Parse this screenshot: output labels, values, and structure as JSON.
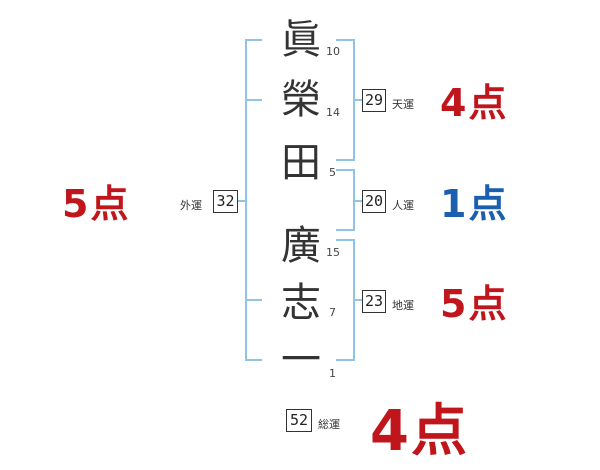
{
  "name_chars": [
    {
      "char": "眞",
      "strokes": "10"
    },
    {
      "char": "榮",
      "strokes": "14"
    },
    {
      "char": "田",
      "strokes": "5"
    },
    {
      "char": "廣",
      "strokes": "15"
    },
    {
      "char": "志",
      "strokes": "7"
    },
    {
      "char": "一",
      "strokes": "1"
    }
  ],
  "fortunes": {
    "tenkaku": {
      "label": "天運",
      "value": "29",
      "score": "4点",
      "color": "#c0151b"
    },
    "jinkaku": {
      "label": "人運",
      "value": "20",
      "score": "1点",
      "color": "#1b5fae"
    },
    "chikaku": {
      "label": "地運",
      "value": "23",
      "score": "5点",
      "color": "#c0151b"
    },
    "gaikaku": {
      "label": "外運",
      "value": "32",
      "score": "5点",
      "color": "#c0151b"
    },
    "soukaku": {
      "label": "総運",
      "value": "52",
      "score": "4点",
      "color": "#c0151b"
    }
  },
  "colors": {
    "bracket": "#8fc3e8",
    "text": "#333333"
  }
}
